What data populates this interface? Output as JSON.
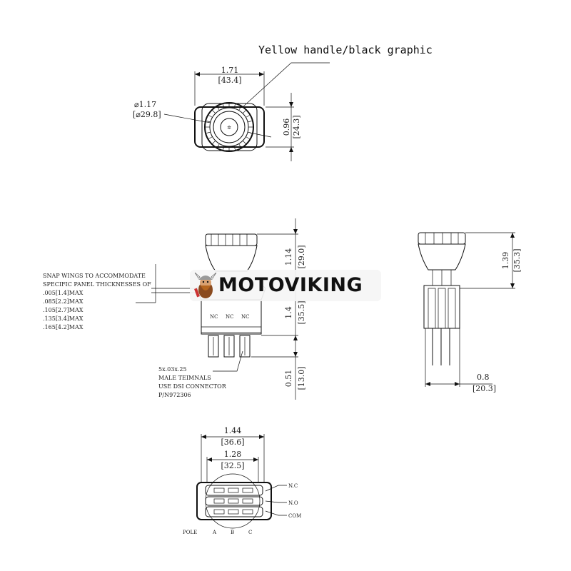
{
  "callout": "Yellow handle/black graphic",
  "top_view": {
    "width_in": "1.71",
    "width_mm": "[43.4]",
    "dia_in": "⌀1.17",
    "dia_mm": "[⌀29.8]",
    "height_in": "0.96",
    "height_mm": "[24.3]"
  },
  "front_view": {
    "upper_in": "1.14",
    "upper_mm": "[29.0]",
    "mid_in": "1.4",
    "mid_mm": "[35.5]",
    "lower_in": "0.51",
    "lower_mm": "[13.0]",
    "contact_labels": [
      "NC",
      "NC",
      "NC"
    ]
  },
  "snap_note": [
    "SNAP WINGS TO ACCOMMODATE",
    "SPECIFIC PANEL THICKNESSES OF",
    ".005[1.4]MAX",
    ".085[2.2]MAX",
    ".105[2.7]MAX",
    ".135[3.4]MAX",
    ".165[4.2]MAX"
  ],
  "terminal_note": [
    "5x.03x.25",
    "MALE TEIMNALS",
    "USE DSI CONNECTOR",
    "P/N972306"
  ],
  "side_view": {
    "height_in": "1.39",
    "height_mm": "[35.3]",
    "depth_in": "0.8",
    "depth_mm": "[20.3]"
  },
  "bottom_view": {
    "outer_in": "1.44",
    "outer_mm": "[36.6]",
    "inner_in": "1.28",
    "inner_mm": "[32.5]",
    "right_labels": [
      "N.C",
      "N.O",
      "COM"
    ],
    "pole_label": "POLE",
    "poles": [
      "A",
      "B",
      "C"
    ]
  },
  "watermark": {
    "text": "MOTOVIKING",
    "logo": "viking-mascot-logo"
  }
}
